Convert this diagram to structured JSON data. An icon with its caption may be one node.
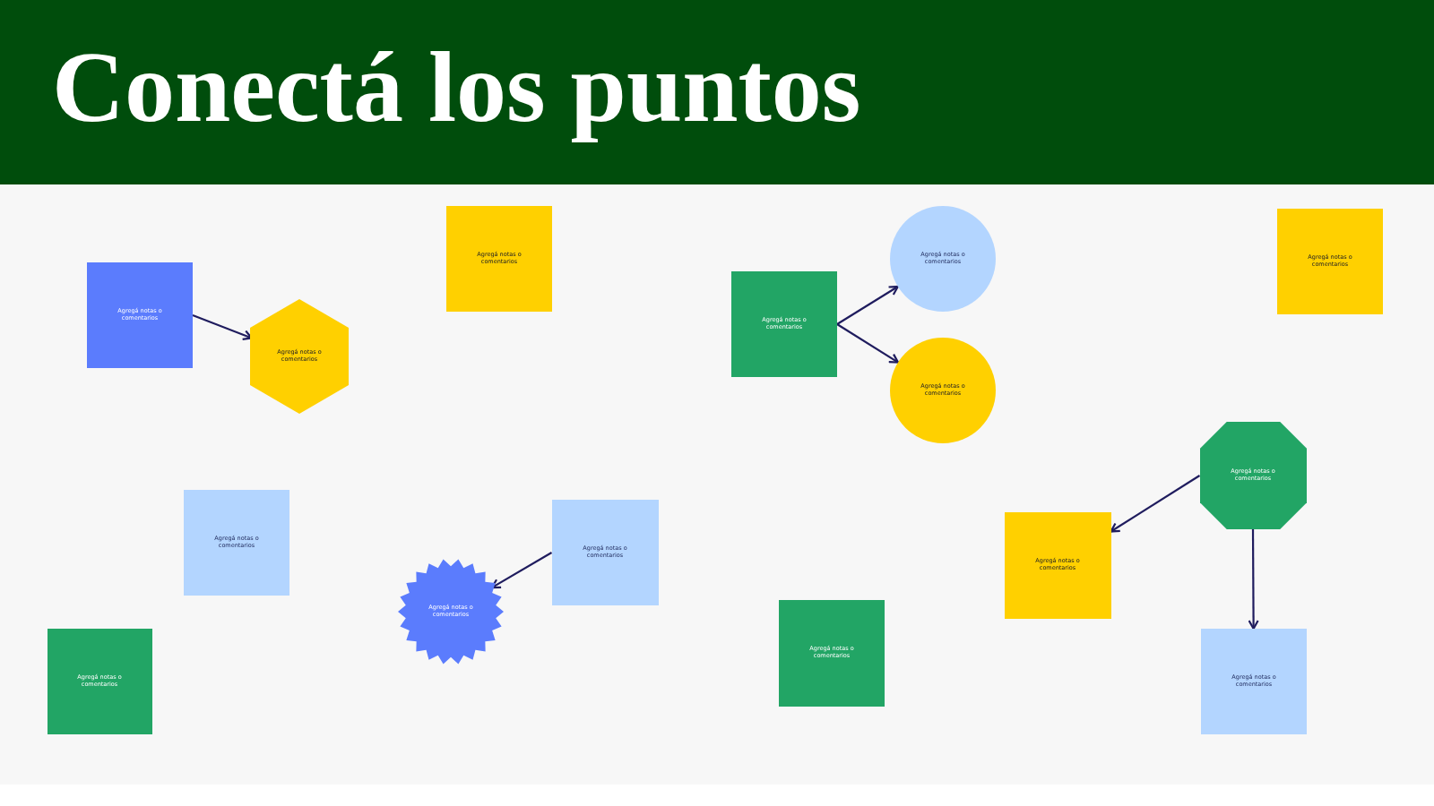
{
  "diagram": {
    "title": "Conectá los puntos",
    "nodes": [
      {
        "text": [
          "Agregá notas o comentarios"
        ]
      },
      {
        "text": [
          "Agregá notas o comentarios"
        ]
      },
      {
        "text": [
          "Agregá notas o comentarios"
        ]
      },
      {
        "text": [
          "Agregá notas o comentarios"
        ]
      },
      {
        "text": [
          "Agregá notas o comentarios"
        ]
      },
      {
        "text": [
          "Agregá notas o comentarios"
        ]
      },
      {
        "text": [
          "Agregá notas o comentarios"
        ]
      },
      {
        "text": [
          "Agregá notas o comentarios"
        ]
      },
      {
        "text": [
          "Agregá notas o comentarios"
        ]
      },
      {
        "text": [
          "Agregá notas o comentarios"
        ]
      },
      {
        "text": [
          "Agregá notas o comentarios"
        ]
      },
      {
        "text": [
          "Agregá notas o comentarios"
        ]
      },
      {
        "text": [
          "Agregá notas o comentarios"
        ]
      },
      {
        "text": [
          "Agregá notas o comentarios"
        ]
      },
      {
        "text": [
          "Agregá notas o comentarios"
        ]
      }
    ],
    "edges": [
      {
        "from": 3,
        "to": 5,
        "arrow": "to"
      },
      {
        "from": 4,
        "to": 1,
        "arrow": "to"
      },
      {
        "from": 4,
        "to": 6,
        "arrow": "to"
      },
      {
        "from": 9,
        "to": 11,
        "arrow": "to"
      },
      {
        "from": 7,
        "to": 10,
        "arrow": "to"
      },
      {
        "from": 7,
        "to": 14,
        "arrow": "to"
      }
    ]
  }
}
